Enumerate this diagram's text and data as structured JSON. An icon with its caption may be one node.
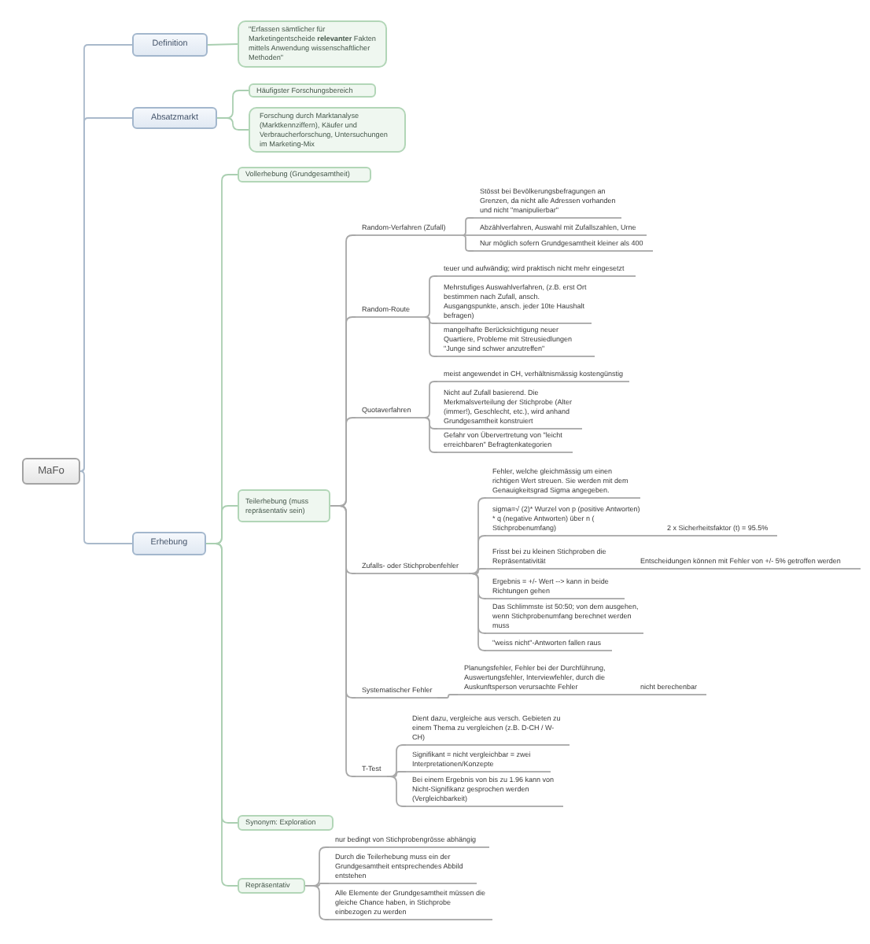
{
  "diagram": {
    "nodes": [
      {
        "text": [
          "MaFo"
        ]
      },
      {
        "text": [
          "Definition"
        ]
      },
      {
        "text": [
          "\"Erfassen sämtlicher für Marketingentscheide **relevanter** Fakten mittels Anwendung wissenschaftlicher Methoden\""
        ]
      },
      {
        "text": [
          "Absatzmarkt"
        ]
      },
      {
        "text": [
          "Häufigster Forschungsbereich"
        ]
      },
      {
        "text": [
          "Forschung durch Marktanalyse (Marktkennziffern), Käufer und Verbraucherforschung, Untersuchungen im Marketing-Mix"
        ]
      },
      {
        "text": [
          "Erhebung"
        ]
      },
      {
        "text": [
          "Vollerhebung (Grundgesamtheit)"
        ]
      },
      {
        "text": [
          "Teilerhebung (muss repräsentativ sein)"
        ]
      },
      {
        "text": [
          "Random-Verfahren (Zufall)"
        ]
      },
      {
        "text": [
          "Stösst bei Bevölkerungsbefragungen an Grenzen, da nicht alle Adressen vorhanden und nicht \"manipulierbar\""
        ]
      },
      {
        "text": [
          "Abzählverfahren, Auswahl mit Zufallszahlen, Urne"
        ]
      },
      {
        "text": [
          "Nur möglich sofern Grundgesamtheit kleiner als 400"
        ]
      },
      {
        "text": [
          "Random-Route"
        ]
      },
      {
        "text": [
          "teuer und aufwändig; wird praktisch nicht mehr eingesetzt"
        ]
      },
      {
        "text": [
          "Mehrstufiges Auswahlverfahren, (z.B. erst Ort bestimmen nach Zufall, ansch. Ausgangspunkte, ansch. jeder 10te Haushalt befragen)"
        ]
      },
      {
        "text": [
          "mangelhafte Berücksichtigung neuer Quartiere, Probleme mit Streusiedlungen \"Junge sind schwer anzutreffen\""
        ]
      },
      {
        "text": [
          "Quotaverfahren"
        ]
      },
      {
        "text": [
          "meist angewendet in CH, verhältnismässig kostengünstig"
        ]
      },
      {
        "text": [
          "Nicht auf Zufall basierend. Die Merkmalsverteilung der Stichprobe (Alter (immer!), Geschlecht, etc.), wird anhand Grundgesamtheit konstruiert"
        ]
      },
      {
        "text": [
          "Gefahr von Übervertretung von \"leicht erreichbaren\" Befragtenkategorien"
        ]
      },
      {
        "text": [
          "Zufalls- oder Stichprobenfehler"
        ]
      },
      {
        "text": [
          "Fehler, welche gleichmässig um einen richtigen Wert streuen. Sie werden mit dem Genauigkeitsgrad Sigma angegeben."
        ]
      },
      {
        "text": [
          "sigma=√ (2)* Wurzel von p (positive Antworten) * q (negative Antworten) über n ( Stichprobenumfang)"
        ]
      },
      {
        "text": [
          "2 x Sicherheitsfaktor (t) = 95.5%"
        ]
      },
      {
        "text": [
          "Frisst bei zu kleinen Stichproben die Repräsentativität"
        ]
      },
      {
        "text": [
          "Entscheidungen können mit Fehler von +/- 5% getroffen werden"
        ]
      },
      {
        "text": [
          "Ergebnis = +/- Wert --> kann in beide Richtungen gehen"
        ]
      },
      {
        "text": [
          "Das Schlimmste ist 50:50; von dem ausgehen, wenn Stichprobenumfang berechnet werden muss"
        ]
      },
      {
        "text": [
          "\"weiss nicht\"-Antworten fallen raus"
        ]
      },
      {
        "text": [
          "Systematischer Fehler"
        ]
      },
      {
        "text": [
          "Planungsfehler, Fehler bei der Durchführung, Auswertungsfehler, Interviewfehler, durch die Auskunftsperson verursachte Fehler"
        ]
      },
      {
        "text": [
          "nicht berechenbar"
        ]
      },
      {
        "text": [
          "T-Test"
        ]
      },
      {
        "text": [
          "Dient dazu, vergleiche aus versch. Gebieten zu einem Thema zu vergleichen (z.B. D-CH / W-CH)"
        ]
      },
      {
        "text": [
          "Signifikant = nicht vergleichbar = zwei Interpretationen/Konzepte"
        ]
      },
      {
        "text": [
          "Bei einem Ergebnis von bis zu 1.96 kann von Nicht-Signifikanz gesprochen werden (Vergleichbarkeit)"
        ]
      },
      {
        "text": [
          "Synonym: Exploration"
        ]
      },
      {
        "text": [
          "Repräsentativ"
        ]
      },
      {
        "text": [
          "nur bedingt von Stichprobengrösse abhängig"
        ]
      },
      {
        "text": [
          "Durch die Teilerhebung muss ein der Grundgesamtheit entsprechendes Abbild entstehen"
        ]
      },
      {
        "text": [
          "Alle Elemente der Grundgesamtheit müssen die gleiche Chance haben, in Stichprobe einbezogen zu werden"
        ]
      }
    ],
    "edges": [
      {
        "from": 0,
        "to": 1,
        "arrow": "none",
        "color": "#a9b9cb"
      },
      {
        "from": 0,
        "to": 3,
        "arrow": "none",
        "color": "#a9b9cb"
      },
      {
        "from": 0,
        "to": 6,
        "arrow": "none",
        "color": "#a9b9cb"
      },
      {
        "from": 1,
        "to": 2,
        "arrow": "none",
        "color": "#aacfb1"
      },
      {
        "from": 3,
        "to": 4,
        "arrow": "none",
        "color": "#aacfb1"
      },
      {
        "from": 3,
        "to": 5,
        "arrow": "none",
        "color": "#aacfb1"
      },
      {
        "from": 6,
        "to": 7,
        "arrow": "none",
        "color": "#aacfb1"
      },
      {
        "from": 6,
        "to": 8,
        "arrow": "none",
        "color": "#aacfb1"
      },
      {
        "from": 6,
        "to": 37,
        "arrow": "none",
        "color": "#aacfb1"
      },
      {
        "from": 6,
        "to": 38,
        "arrow": "none",
        "color": "#aacfb1"
      },
      {
        "from": 8,
        "to": 9,
        "arrow": "none"
      },
      {
        "from": 8,
        "to": 13,
        "arrow": "none"
      },
      {
        "from": 8,
        "to": 17,
        "arrow": "none"
      },
      {
        "from": 8,
        "to": 21,
        "arrow": "none"
      },
      {
        "from": 8,
        "to": 30,
        "arrow": "none"
      },
      {
        "from": 8,
        "to": 33,
        "arrow": "none"
      },
      {
        "from": 9,
        "to": 10,
        "arrow": "none"
      },
      {
        "from": 9,
        "to": 11,
        "arrow": "none"
      },
      {
        "from": 9,
        "to": 12,
        "arrow": "none"
      },
      {
        "from": 13,
        "to": 14,
        "arrow": "none"
      },
      {
        "from": 13,
        "to": 15,
        "arrow": "none"
      },
      {
        "from": 13,
        "to": 16,
        "arrow": "none"
      },
      {
        "from": 17,
        "to": 18,
        "arrow": "none"
      },
      {
        "from": 17,
        "to": 19,
        "arrow": "none"
      },
      {
        "from": 17,
        "to": 20,
        "arrow": "none"
      },
      {
        "from": 21,
        "to": 22,
        "arrow": "none"
      },
      {
        "from": 21,
        "to": 23,
        "arrow": "none"
      },
      {
        "from": 21,
        "to": 25,
        "arrow": "none"
      },
      {
        "from": 21,
        "to": 27,
        "arrow": "none"
      },
      {
        "from": 21,
        "to": 28,
        "arrow": "none"
      },
      {
        "from": 21,
        "to": 29,
        "arrow": "none"
      },
      {
        "from": 23,
        "to": 24,
        "arrow": "none"
      },
      {
        "from": 25,
        "to": 26,
        "arrow": "none"
      },
      {
        "from": 30,
        "to": 31,
        "arrow": "none"
      },
      {
        "from": 31,
        "to": 32,
        "arrow": "none"
      },
      {
        "from": 33,
        "to": 34,
        "arrow": "none"
      },
      {
        "from": 33,
        "to": 35,
        "arrow": "none"
      },
      {
        "from": 33,
        "to": 36,
        "arrow": "none"
      },
      {
        "from": 38,
        "to": 39,
        "arrow": "none"
      },
      {
        "from": 38,
        "to": 40,
        "arrow": "none"
      },
      {
        "from": 38,
        "to": 41,
        "arrow": "none"
      }
    ]
  }
}
